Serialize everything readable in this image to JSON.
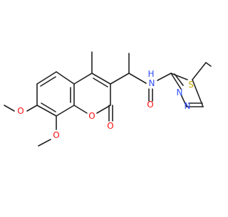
{
  "molecule": {
    "atom_labels": {
      "o_methoxy_7": "O",
      "o_methoxy_8": "O",
      "o_ring": "O",
      "o_lactone_carbonyl": "O",
      "o_amide": "O",
      "n_amide": "N",
      "h_amide": "H",
      "s_thiadiazole": "S",
      "n_thiadiazole_3": "N",
      "n_thiadiazole_4": "N"
    }
  },
  "colors": {
    "bond": "#222222",
    "oxygen": "#ff0d0d",
    "nitrogen": "#3050f8",
    "sulfur": "#c8a800"
  }
}
